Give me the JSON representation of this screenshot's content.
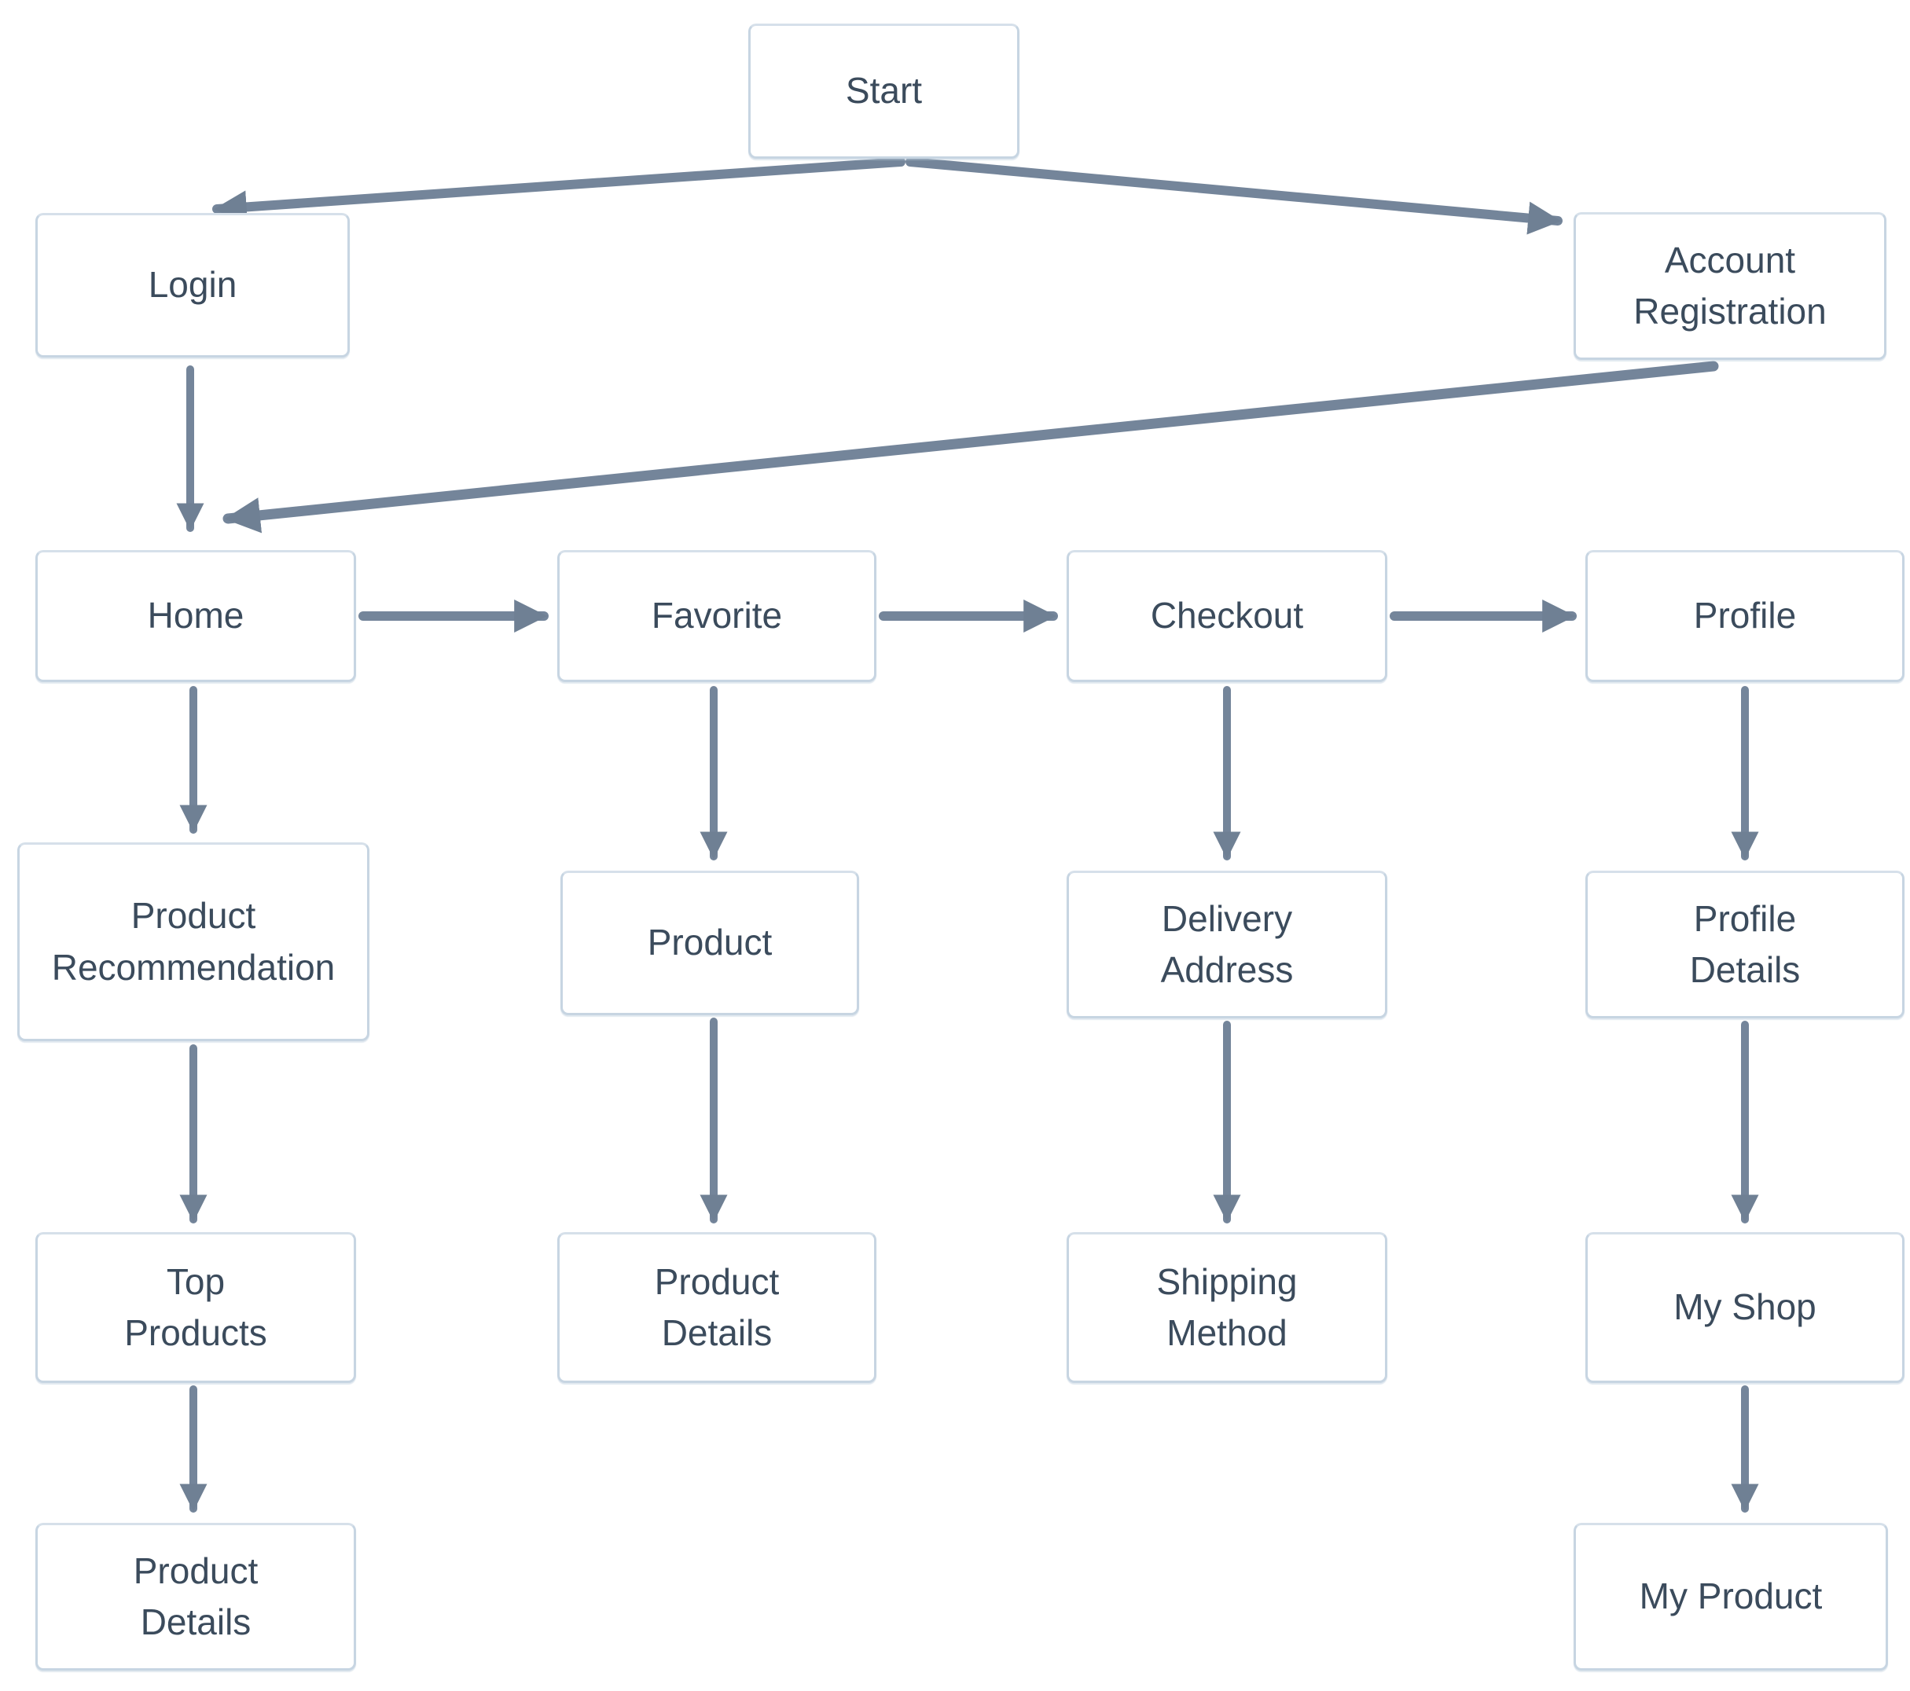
{
  "diagram": {
    "type": "flowchart",
    "colors": {
      "background": "#ffffff",
      "node_fill": "#ffffff",
      "node_border": "#c7d5e2",
      "node_text": "#3b4b5c",
      "arrow": "#74859a"
    },
    "nodes": {
      "start": {
        "label": "Start"
      },
      "login": {
        "label": "Login"
      },
      "account_registration": {
        "label": "Account\nRegistration"
      },
      "home": {
        "label": "Home"
      },
      "favorite": {
        "label": "Favorite"
      },
      "checkout": {
        "label": "Checkout"
      },
      "profile": {
        "label": "Profile"
      },
      "product_recommendation": {
        "label": "Product\nRecommendation"
      },
      "product": {
        "label": "Product"
      },
      "delivery_address": {
        "label": "Delivery\nAddress"
      },
      "profile_details": {
        "label": "Profile\nDetails"
      },
      "top_products": {
        "label": "Top\nProducts"
      },
      "product_details_favorite": {
        "label": "Product\nDetails"
      },
      "shipping_method": {
        "label": "Shipping\nMethod"
      },
      "my_shop": {
        "label": "My Shop"
      },
      "product_details_home": {
        "label": "Product\nDetails"
      },
      "my_product": {
        "label": "My Product"
      }
    },
    "edges": [
      {
        "from": "start",
        "to": "login"
      },
      {
        "from": "start",
        "to": "account_registration"
      },
      {
        "from": "login",
        "to": "home"
      },
      {
        "from": "account_registration",
        "to": "home"
      },
      {
        "from": "home",
        "to": "favorite"
      },
      {
        "from": "favorite",
        "to": "checkout"
      },
      {
        "from": "checkout",
        "to": "profile"
      },
      {
        "from": "home",
        "to": "product_recommendation"
      },
      {
        "from": "favorite",
        "to": "product"
      },
      {
        "from": "checkout",
        "to": "delivery_address"
      },
      {
        "from": "profile",
        "to": "profile_details"
      },
      {
        "from": "product_recommendation",
        "to": "top_products"
      },
      {
        "from": "product",
        "to": "product_details_favorite"
      },
      {
        "from": "delivery_address",
        "to": "shipping_method"
      },
      {
        "from": "profile_details",
        "to": "my_shop"
      },
      {
        "from": "top_products",
        "to": "product_details_home"
      },
      {
        "from": "my_shop",
        "to": "my_product"
      }
    ]
  }
}
